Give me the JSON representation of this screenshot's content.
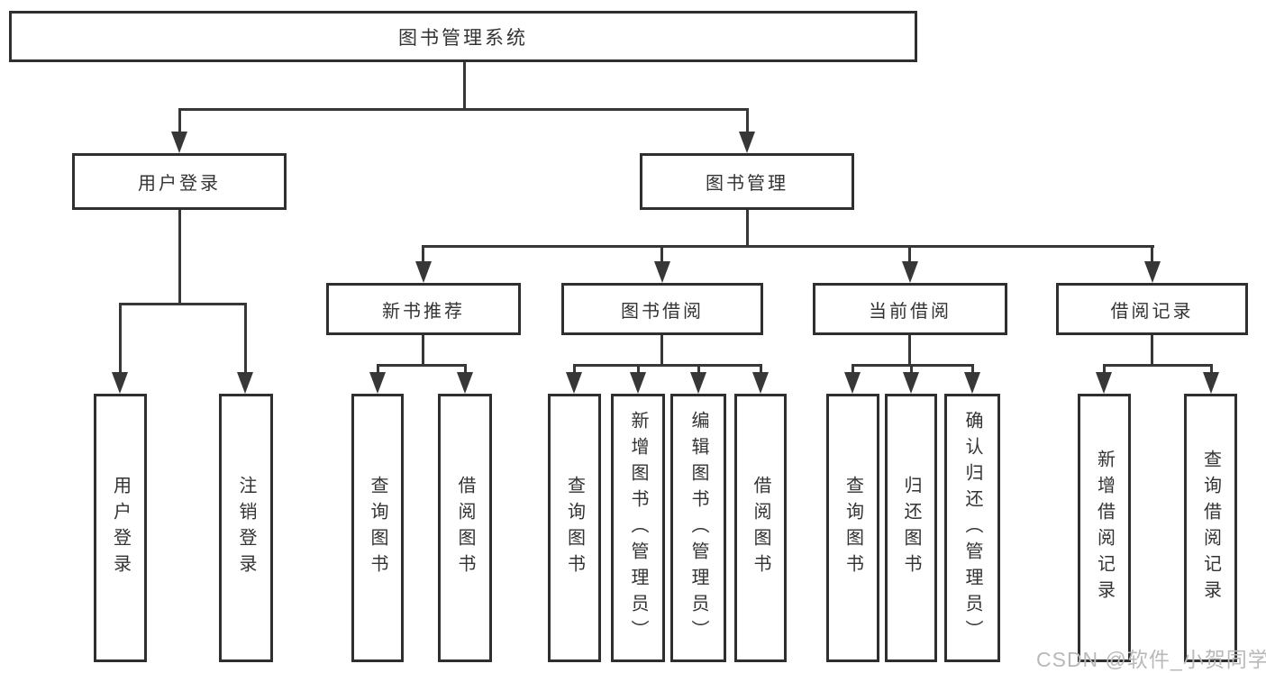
{
  "nodes": {
    "root": "图书管理系统",
    "level2": {
      "user_login": "用户登录",
      "book_management": "图书管理"
    },
    "level3": {
      "new_book_recommend": "新书推荐",
      "book_borrowing": "图书借阅",
      "current_borrowing": "当前借阅",
      "borrowing_records": "借阅记录"
    },
    "leaves": {
      "user_login": [
        "用户登录",
        "注销登录"
      ],
      "new_book_recommend": [
        "查询图书",
        "借阅图书"
      ],
      "book_borrowing": [
        "查询图书",
        "新增图书（管理员）",
        "编辑图书（管理员）",
        "借阅图书"
      ],
      "current_borrowing": [
        "查询图书",
        "归还图书",
        "确认归还（管理员）"
      ],
      "borrowing_records": [
        "新增借阅记录",
        "查询借阅记录"
      ]
    }
  },
  "watermark": "CSDN @软件_小贺同学",
  "colors": {
    "line": "#373737",
    "box_border": "#2f2f2f",
    "text": "#333333",
    "background": "#ffffff",
    "watermark": "#b9b9b9"
  }
}
